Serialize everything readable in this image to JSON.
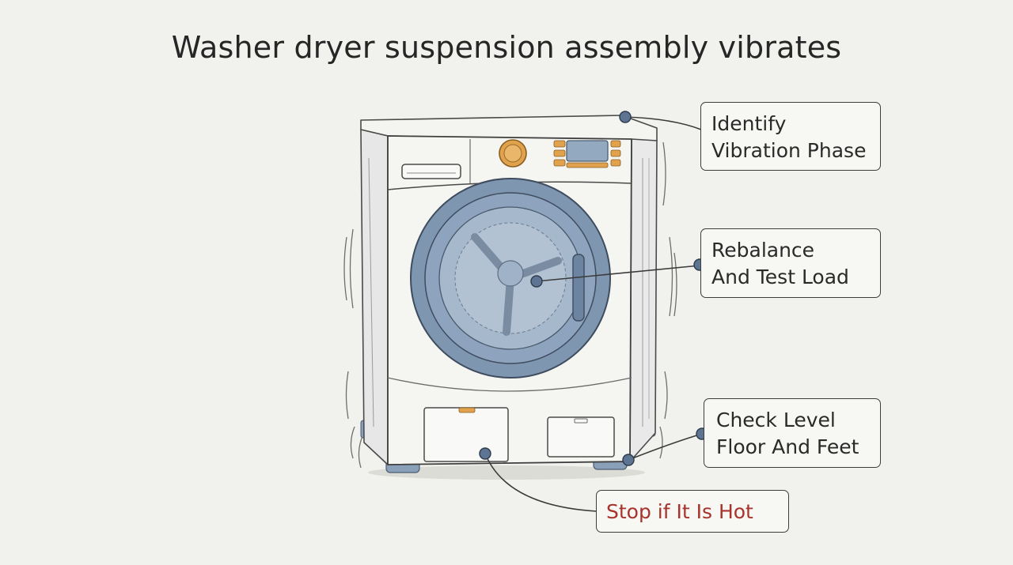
{
  "title": "Washer dryer suspension assembly vibrates",
  "callouts": {
    "identify": {
      "line1": "Identify",
      "line2": "Vibration Phase"
    },
    "rebalance": {
      "line1": "Rebalance",
      "line2": "And Test Load"
    },
    "level": {
      "line1": "Check Level",
      "line2": "Floor And Feet"
    },
    "stop": {
      "line1": "Stop if It Is Hot"
    }
  },
  "colors": {
    "background": "#f1f1ed",
    "drum": "#7f96b1",
    "dial": "#e0a24c",
    "warning_text": "#a8322c",
    "marker_dot": "#5d7593"
  }
}
